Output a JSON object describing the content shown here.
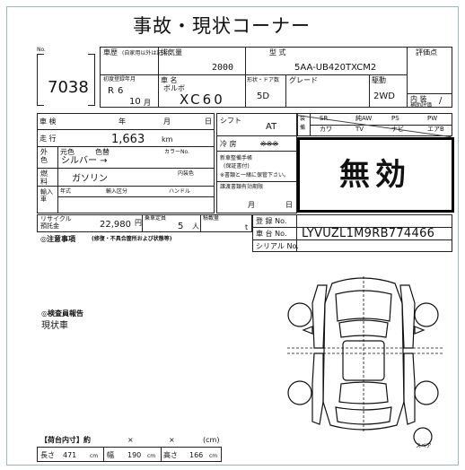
{
  "title": "事故・現状コーナー",
  "lot": {
    "label": "No.",
    "value": "7038"
  },
  "vehicle": {
    "body_label": "車歴",
    "body_note": "(自家用以外は記入)",
    "displacement_label": "排気量",
    "displacement": "2000",
    "model_label": "型 式",
    "model_code": "5AA-UB420TXCM2",
    "review_label": "評価点",
    "first_reg_label": "初度登録年月",
    "first_reg_era": "R",
    "first_reg_year": "6",
    "first_reg_month": "10",
    "month_unit": "月",
    "name_label": "車 名",
    "maker": "ボルボ",
    "name": "XC60",
    "doors_label": "形状・ドア数",
    "doors": "5D",
    "grade_label": "グレード",
    "drive_label": "駆動",
    "drive": "2WD",
    "interior_label": "内 装",
    "interior_sub": "補助評価",
    "interior_value": "/"
  },
  "inspection": {
    "label": "車 検",
    "year": "年",
    "month": "月",
    "day": "日",
    "shift_label": "シフト",
    "shift": "AT",
    "equipment_label": "装備",
    "equipment_row1": [
      "SR",
      "純AW",
      "PS",
      "PW"
    ],
    "equipment_row2": [
      "カワ",
      "TV",
      "ナビ",
      "エアB"
    ],
    "mileage_label": "走 行",
    "mileage": "1,663",
    "mileage_unit": "km",
    "ac_label": "冷 房",
    "ac_value": "※※※",
    "result": "無効"
  },
  "color": {
    "label_1": "外",
    "label_2": "色",
    "original_label": "元色",
    "color_label": "色替",
    "code_label": "カラーNo.",
    "value": "シルバー →",
    "new_car_label": "新車整備手帳",
    "new_car_sub": "(保証書付)",
    "new_car_note": "※書類と一緒に保管下さい。"
  },
  "fuel": {
    "label_1": "燃",
    "label_2": "料",
    "value": "ガソリン",
    "interior_color_label": "内装色"
  },
  "import": {
    "label": "輸入車",
    "year_label": "年式",
    "import_type_label": "輸入区分",
    "handle_label": "ハンドル",
    "expiry_label": "譲渡書類有効期限",
    "month": "月",
    "day": "日"
  },
  "recycle": {
    "label_1": "リサイクル",
    "label_2": "預託金",
    "value": "22,980",
    "unit": "円",
    "capacity_label": "乗車定員",
    "capacity": "5",
    "capacity_unit": "人",
    "load_label": "積載量",
    "load_unit": "t",
    "registration_label": "登 録 No.",
    "chassis_label": "車 台 No.",
    "chassis_no": "LYVUZL1M9RB774466",
    "serial_label": "シリアル No."
  },
  "notes": {
    "label": "◎注意事項",
    "sub": "(修復・不具合箇所および状態等)"
  },
  "inspector": {
    "label": "◎検査員報告",
    "value": "現状車"
  },
  "diagram": {
    "spare_label": "スペア"
  },
  "cargo": {
    "label": "【荷台内寸】約",
    "x1": "×",
    "x2": "×",
    "unit": "(cm)",
    "length_label": "長さ",
    "length": "471",
    "width_label": "幅",
    "width": "190",
    "height_label": "高さ",
    "height": "166",
    "cm": "cm"
  }
}
